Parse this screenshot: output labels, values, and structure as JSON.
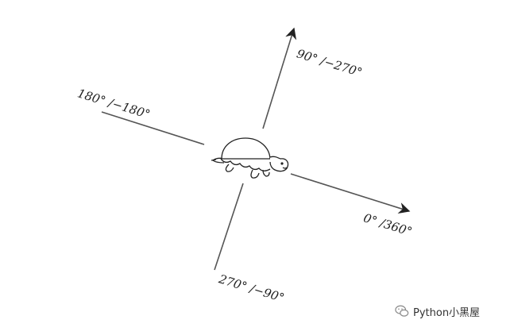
{
  "labels": {
    "east": "0°  /360°",
    "north": "90°  /−270°",
    "west": "180°  /−180°",
    "south": "270°  /−90°"
  },
  "watermark": {
    "text": "Python小黑屋",
    "icon": "wechat-icon"
  },
  "colors": {
    "axis": "#555555",
    "ink": "#222222"
  }
}
